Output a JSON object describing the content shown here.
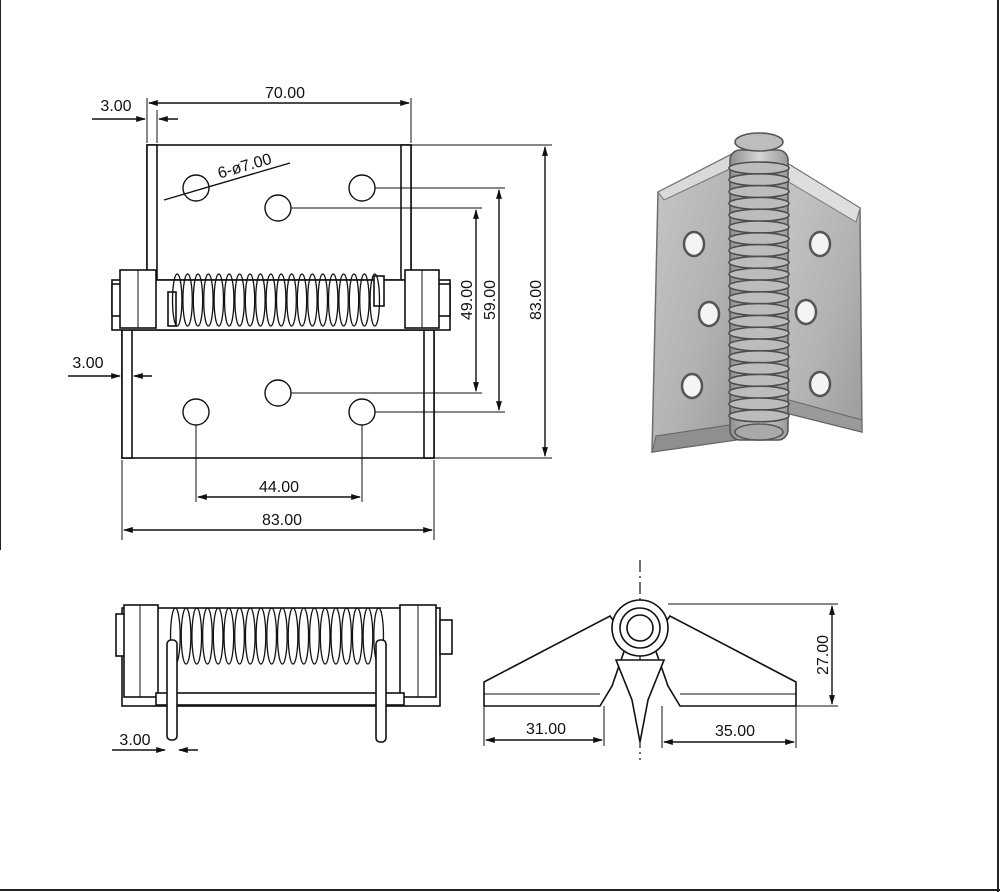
{
  "front_view": {
    "dims": {
      "leaf_width": "70.00",
      "leaf_thickness_top": "3.00",
      "hole_spec": "6-ø7.00",
      "hole_spacing_49": "49.00",
      "hole_spacing_59": "59.00",
      "height_83": "83.00",
      "leaf_thickness_mid": "3.00",
      "hole_spacing_44": "44.00",
      "overall_width": "83.00"
    }
  },
  "bottom_view": {
    "dims": {
      "pin_thickness": "3.00"
    }
  },
  "side_view": {
    "dims": {
      "height_27": "27.00",
      "left_31": "31.00",
      "right_35": "35.00"
    }
  },
  "photo": {
    "hole_count": 6,
    "material_color": "#a8a8a8"
  }
}
